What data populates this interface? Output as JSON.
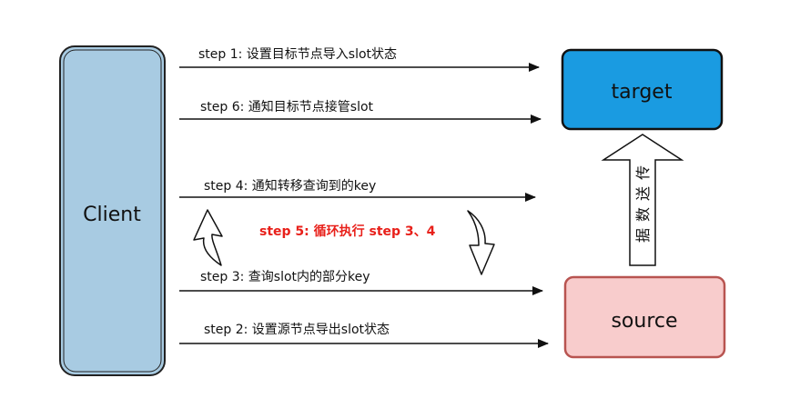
{
  "nodes": {
    "client": {
      "label": "Client",
      "fill": "#a8cbe2",
      "stroke": "#222222"
    },
    "target": {
      "label": "target",
      "fill": "#1a9be1",
      "stroke": "#111111"
    },
    "source": {
      "label": "source",
      "fill": "#f8cccc",
      "stroke": "#b85450"
    }
  },
  "steps": {
    "step1": "step 1: 设置目标节点导入slot状态",
    "step6": "step 6:  通知目标节点接管slot",
    "step4": "step 4: 通知转移查询到的key",
    "step5": "step 5: 循环执行 step 3、4",
    "step3": "step 3: 查询slot内的部分key",
    "step2": "step 2:  设置源节点导出slot状态"
  },
  "transfer": {
    "chars": [
      "传",
      "送",
      "数",
      "据"
    ]
  },
  "colors": {
    "highlight": "#e8201a",
    "line": "#111111"
  }
}
